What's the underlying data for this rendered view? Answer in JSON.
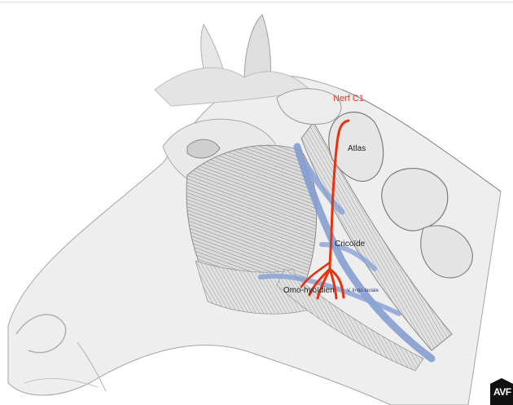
{
  "labels": {
    "nerf_c1": "Nerf C1",
    "atlas": "Atlas",
    "cricoide": "Cricoïde",
    "omo_hyoidien": "Omo-hyoïdien",
    "vein": "V. lingo-faciale"
  },
  "logo": {
    "text": "AVF"
  },
  "colors": {
    "nerve": "#e63312",
    "vein": "#7f9ad0",
    "outline": "#9a9a9a",
    "skin": "#eeeeee",
    "muscle": "#9c9c9c"
  }
}
